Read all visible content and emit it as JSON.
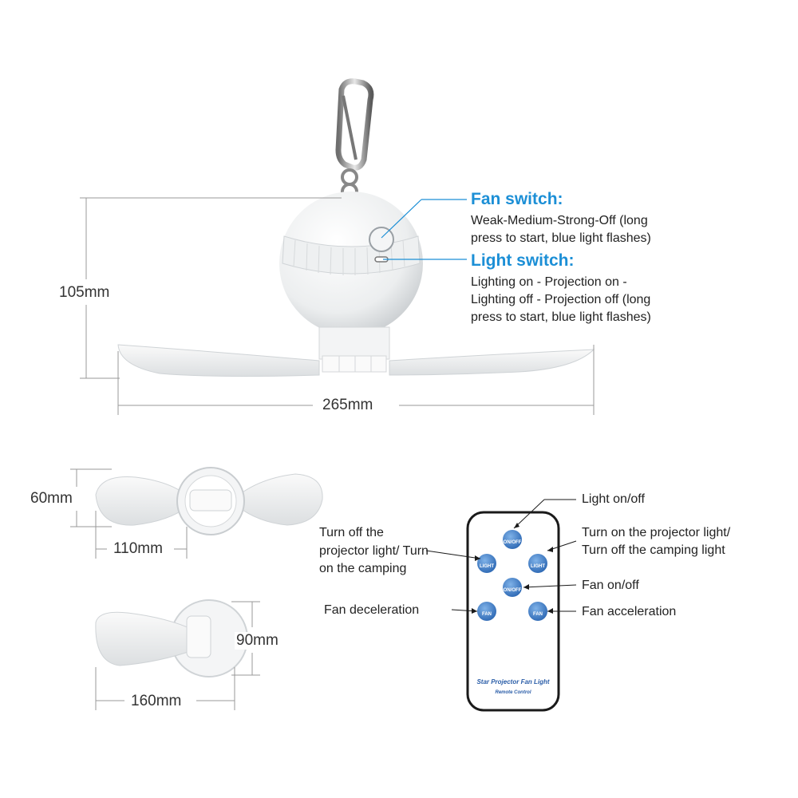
{
  "dimensions": {
    "height_main": "105mm",
    "width_main": "265mm",
    "height_small": "60mm",
    "width_small": "110mm",
    "height_side": "90mm",
    "width_side": "160mm"
  },
  "fan_switch": {
    "title": "Fan switch:",
    "desc_line1": "Weak-Medium-Strong-Off (long",
    "desc_line2": "press to start, blue light flashes)"
  },
  "light_switch": {
    "title": "Light switch:",
    "desc_line1": "Lighting on - Projection on -",
    "desc_line2": "Lighting off - Projection off (long",
    "desc_line3": "press to start, blue light flashes)"
  },
  "remote": {
    "brand_line1": "Star Projector Fan Light",
    "brand_line2": "Remote Control",
    "buttons": {
      "light_onoff": "ON/OFF",
      "light_left": "LIGHT",
      "light_right": "LIGHT",
      "fan_onoff": "ON/OFF",
      "fan_down": "FAN",
      "fan_up": "FAN"
    },
    "callouts": {
      "light_onoff": "Light on/off",
      "projector_on_line1": "Turn on the projector light/",
      "projector_on_line2": "Turn off the camping light",
      "projector_off_line1": "Turn off the",
      "projector_off_line2": "projector light/ Turn",
      "projector_off_line3": "on the camping",
      "fan_onoff": "Fan on/off",
      "fan_decel": "Fan deceleration",
      "fan_accel": "Fan acceleration"
    }
  },
  "colors": {
    "accent_blue": "#1c8fd6",
    "button_blue": "#3a7fc9",
    "remote_text_blue": "#2a5da8"
  }
}
